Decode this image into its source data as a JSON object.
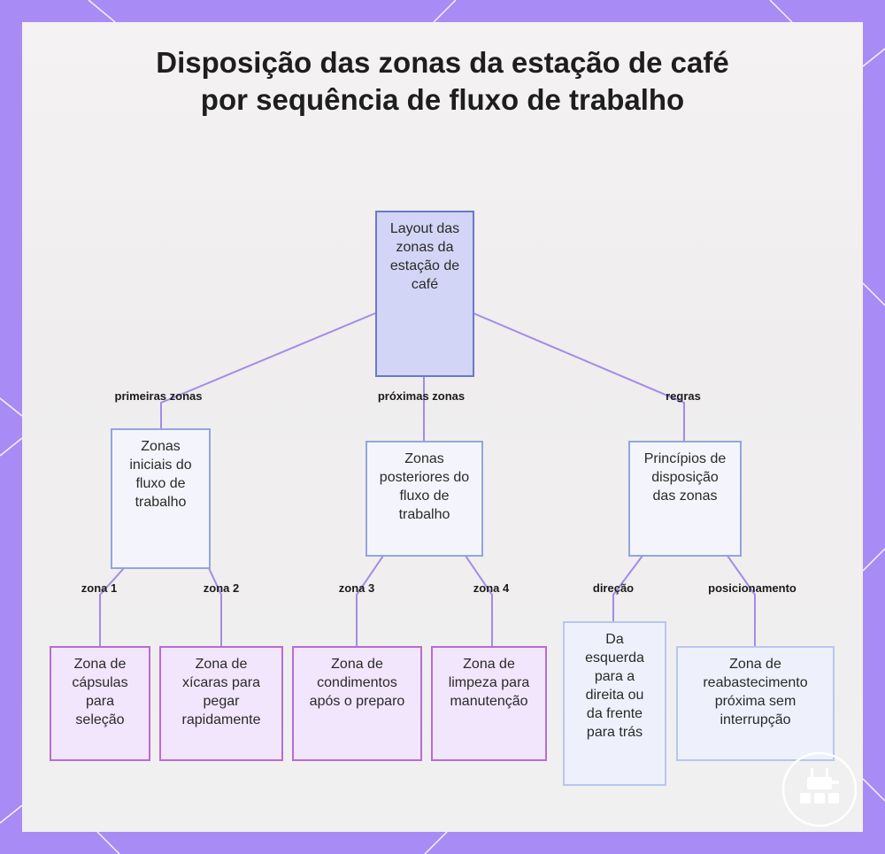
{
  "title": "Disposição das zonas da estação de café por sequência de fluxo de trabalho",
  "colors": {
    "frame": "#a98bf5",
    "connector": "#a48be6",
    "root_fill": "#d2d5f5",
    "root_border": "#6a79c9",
    "zone_fill": "#f1e6fb",
    "zone_border": "#b86cd5"
  },
  "nodes": {
    "root": "Layout das zonas da estação de café",
    "early": "Zonas iniciais do fluxo de trabalho",
    "late": "Zonas posteriores do fluxo de trabalho",
    "principles": "Princípios de disposição das zonas",
    "capsules": "Zona de cápsulas para seleção",
    "cups": "Zona de xícaras para pegar rapidamente",
    "condiments": "Zona de condimentos após o preparo",
    "cleaning": "Zona de limpeza para manutenção",
    "direction": "Da esquerda para a direita ou da frente para trás",
    "restock": "Zona de reabastecimento próxima sem interrupção"
  },
  "edges": {
    "first_zones": "primeiras zonas",
    "next_zones": "próximas zonas",
    "rules": "regras",
    "zone1": "zona 1",
    "zone2": "zona 2",
    "zone3": "zona 3",
    "zone4": "zona 4",
    "direction": "direção",
    "positioning": "posicionamento"
  },
  "logo_icon": "coffee-machine-icon"
}
